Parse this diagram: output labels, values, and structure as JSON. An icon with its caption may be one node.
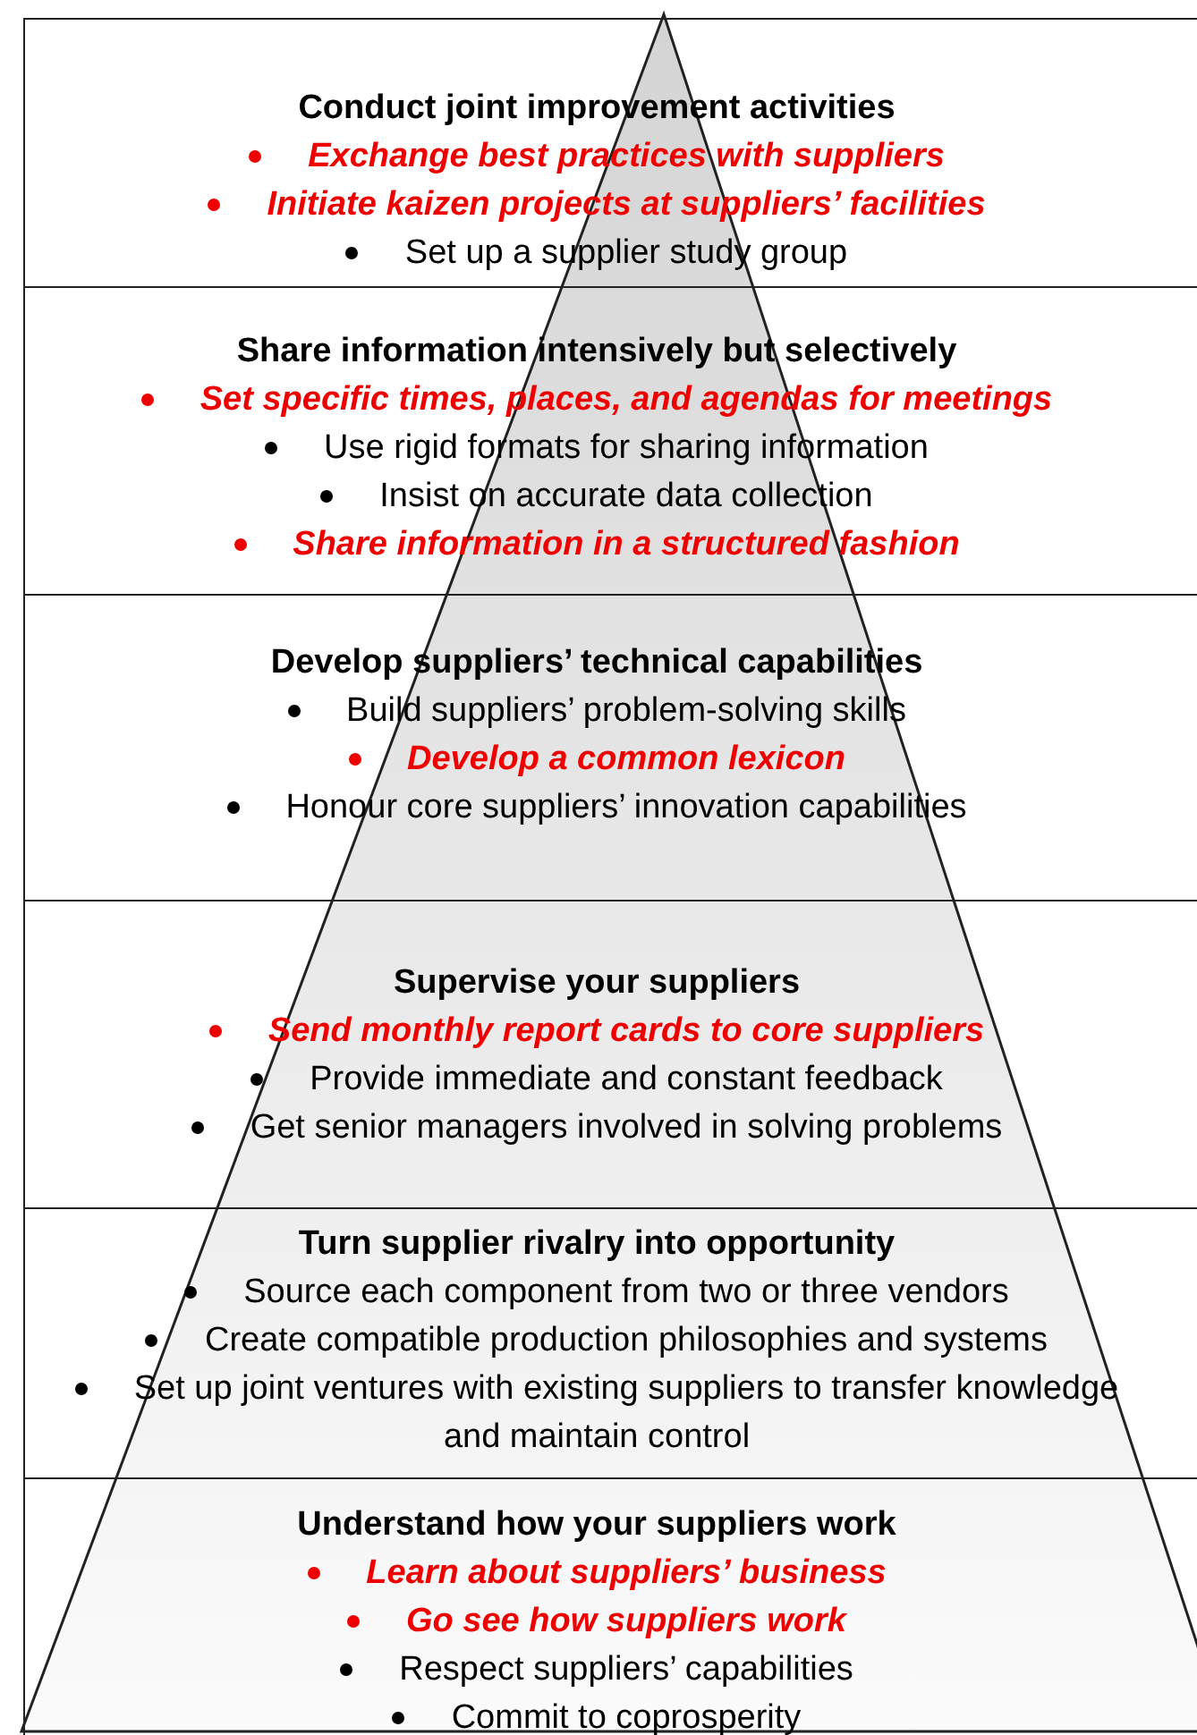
{
  "diagram": {
    "nodes": [
      {
        "text": [
          "Conduct joint improvement activities",
          "Exchange best practices with suppliers",
          "Initiate kaizen projects at suppliers’ facilities",
          "Set up a supplier study group"
        ]
      },
      {
        "text": [
          "Share information intensively but selectively",
          "Set specific times, places, and agendas for meetings",
          "Use rigid formats for sharing information",
          "Insist on accurate data collection",
          "Share information in a structured fashion"
        ]
      },
      {
        "text": [
          "Develop suppliers’ technical capabilities",
          "Build suppliers’ problem-solving skills",
          "Develop a common lexicon",
          "Honour core suppliers’ innovation capabilities"
        ]
      },
      {
        "text": [
          "Supervise your suppliers",
          "Send monthly report cards to core suppliers",
          "Provide immediate and constant feedback",
          "Get senior managers involved in solving problems"
        ]
      },
      {
        "text": [
          "Turn supplier rivalry into opportunity",
          "Source each component from two or three vendors",
          "Create compatible production philosophies and systems",
          "Set up joint ventures with existing suppliers to transfer knowledge and maintain control"
        ]
      },
      {
        "text": [
          "Understand how your suppliers work",
          "Learn about suppliers’ business",
          "Go see how suppliers work",
          "Respect suppliers’ capabilities",
          "Commit to coprosperity"
        ]
      }
    ],
    "edges": []
  }
}
